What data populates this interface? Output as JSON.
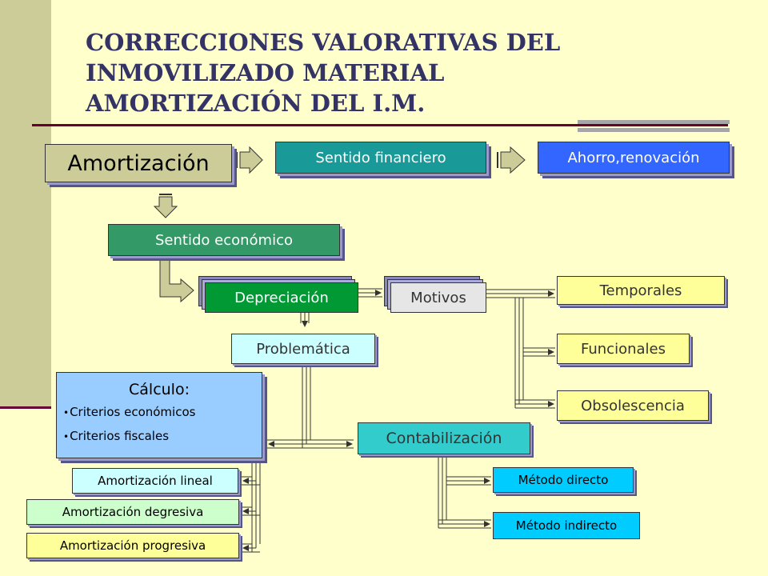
{
  "slide": {
    "title_lines": [
      "CORRECCIONES VALORATIVAS DEL",
      "INMOVILIZADO MATERIAL",
      "AMORTIZACIÓN DEL I.M."
    ]
  },
  "diagram": {
    "amortizacion": "Amortización",
    "sentido_financiero": "Sentido financiero",
    "ahorro": "Ahorro,renovación",
    "sentido_economico": "Sentido económico",
    "depreciacion": "Depreciación",
    "motivos": "Motivos",
    "temporales": "Temporales",
    "funcionales": "Funcionales",
    "obsolescencia": "Obsolescencia",
    "problematica": "Problemática",
    "calculo": {
      "title": "Cálculo:",
      "items": [
        "Criterios económicos",
        "Criterios fiscales"
      ]
    },
    "contabilizacion": "Contabilización",
    "metodo_directo": "Método directo",
    "metodo_indirecto": "Método indirecto",
    "amortizacion_lineal": "Amortización lineal",
    "amortizacion_degresiva": "Amortización degresiva",
    "amortizacion_progresiva": "Amortización progresiva"
  },
  "colors": {
    "background": "#FFFFCC",
    "sidebar": "#CCCC99",
    "title": "#333366",
    "teal": "#1A9999",
    "blue": "#3366FF",
    "green": "#339966",
    "dark_green": "#009933",
    "yellow": "#FFFF99",
    "light_cyan": "#CCFFFF",
    "light_blue": "#99CCFF",
    "cyan": "#33CCCC",
    "bright_cyan": "#00CCFF"
  }
}
